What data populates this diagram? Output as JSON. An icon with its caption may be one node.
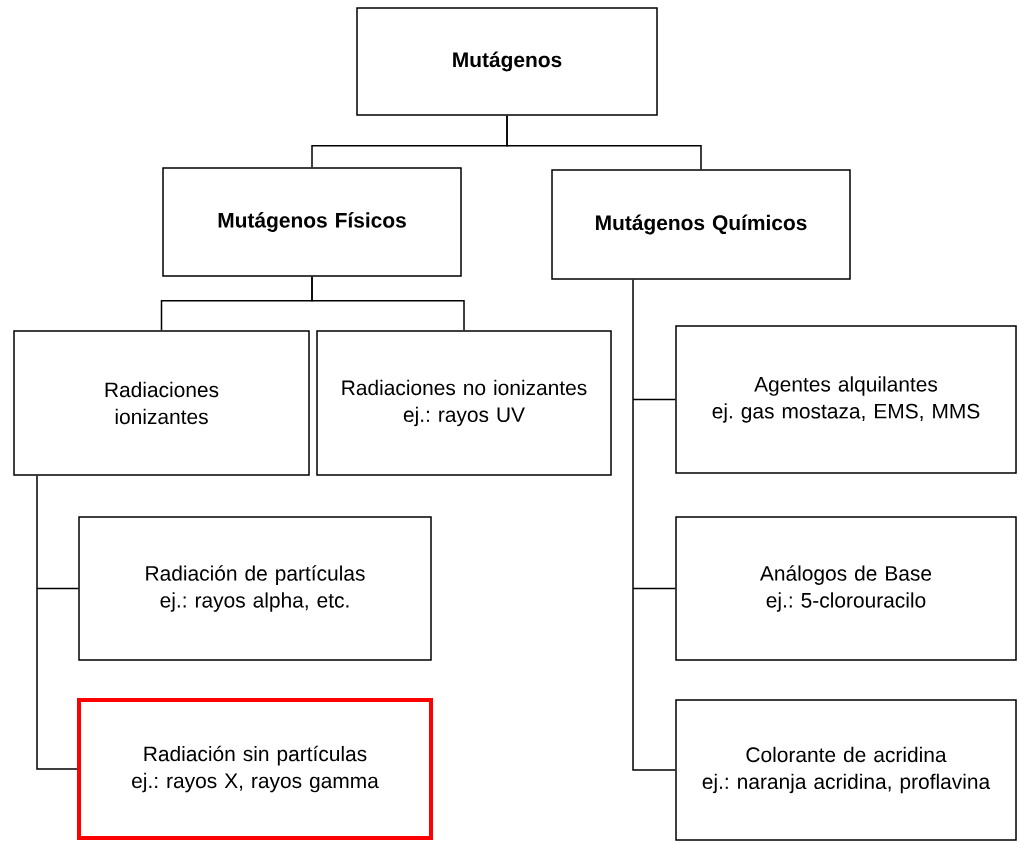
{
  "diagram": {
    "nodes": [
      {
        "text": [
          "Mutágenos"
        ]
      },
      {
        "text": [
          "Mutágenos Físicos"
        ]
      },
      {
        "text": [
          "Mutágenos Químicos"
        ]
      },
      {
        "text": [
          "Radiaciones ionizantes"
        ]
      },
      {
        "text": [
          "Radiaciones no ionizantes",
          "ej.: rayos UV"
        ]
      },
      {
        "text": [
          "Agentes alquilantes",
          "ej. gas mostaza, EMS, MMS"
        ]
      },
      {
        "text": [
          "Radiación de partículas",
          "ej.: rayos alpha, etc."
        ]
      },
      {
        "text": [
          "Radiación sin partículas",
          "ej.: rayos X, rayos gamma"
        ]
      },
      {
        "text": [
          "Análogos de Base",
          "ej.: 5-clorouracilo"
        ]
      },
      {
        "text": [
          "Colorante de acridina",
          "ej.: naranja acridina, proflavina"
        ]
      }
    ],
    "edges": [
      {
        "from": 0,
        "to": 1,
        "arrow": "none"
      },
      {
        "from": 0,
        "to": 2,
        "arrow": "none"
      },
      {
        "from": 1,
        "to": 3,
        "arrow": "none"
      },
      {
        "from": 1,
        "to": 4,
        "arrow": "none"
      },
      {
        "from": 3,
        "to": 6,
        "arrow": "none"
      },
      {
        "from": 3,
        "to": 7,
        "arrow": "none"
      },
      {
        "from": 2,
        "to": 5,
        "arrow": "none"
      },
      {
        "from": 2,
        "to": 8,
        "arrow": "none"
      },
      {
        "from": 2,
        "to": 9,
        "arrow": "none"
      }
    ]
  }
}
